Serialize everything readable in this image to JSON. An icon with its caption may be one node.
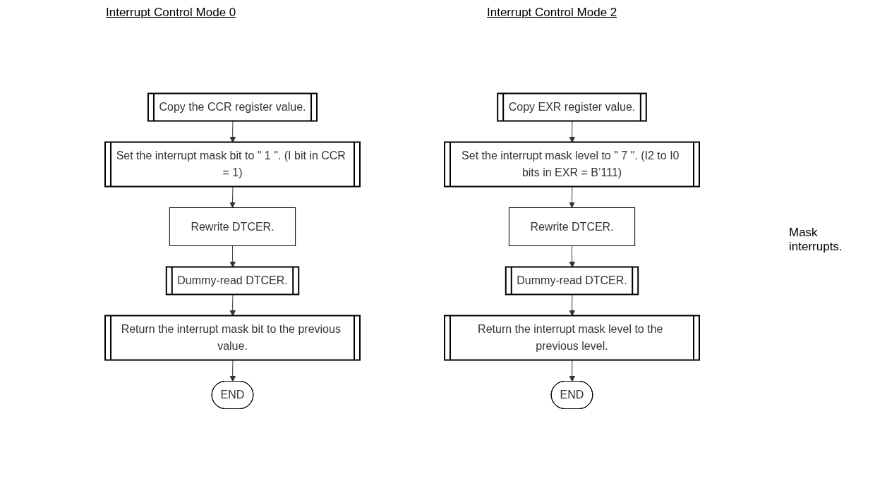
{
  "diagram": {
    "nodes": [
      {
        "text": [
          "Copy the CCR register value."
        ]
      },
      {
        "text": [
          "Set the interrupt mask bit to \" 1 \". (I bit in CCR = 1)"
        ]
      },
      {
        "text": [
          "Rewrite DTCER."
        ]
      },
      {
        "text": [
          "Dummy-read DTCER."
        ]
      },
      {
        "text": [
          "Return the interrupt mask bit to the previous value."
        ]
      },
      {
        "text": [
          "END"
        ]
      },
      {
        "text": [
          "Copy EXR register value."
        ]
      },
      {
        "text": [
          "Set the interrupt mask level to \" 7 \". (I2 to I0 bits in EXR = B’111)"
        ]
      },
      {
        "text": [
          "Rewrite DTCER."
        ]
      },
      {
        "text": [
          "Dummy-read DTCER."
        ]
      },
      {
        "text": [
          "Return the interrupt mask level to the previous level."
        ]
      },
      {
        "text": [
          "END"
        ]
      }
    ],
    "edges": [
      {
        "from": 0,
        "to": 1,
        "arrow": "to"
      },
      {
        "from": 1,
        "to": 2,
        "arrow": "to"
      },
      {
        "from": 2,
        "to": 3,
        "arrow": "to"
      },
      {
        "from": 3,
        "to": 4,
        "arrow": "to"
      },
      {
        "from": 4,
        "to": 5,
        "arrow": "to"
      },
      {
        "from": 6,
        "to": 7,
        "arrow": "to"
      },
      {
        "from": 7,
        "to": 8,
        "arrow": "to"
      },
      {
        "from": 8,
        "to": 9,
        "arrow": "to"
      },
      {
        "from": 9,
        "to": 10,
        "arrow": "to"
      },
      {
        "from": 10,
        "to": 11,
        "arrow": "to"
      }
    ],
    "labels": [
      "Interrupt Control Mode 0",
      "Interrupt Control Mode 2",
      "Mask interrupts."
    ]
  }
}
